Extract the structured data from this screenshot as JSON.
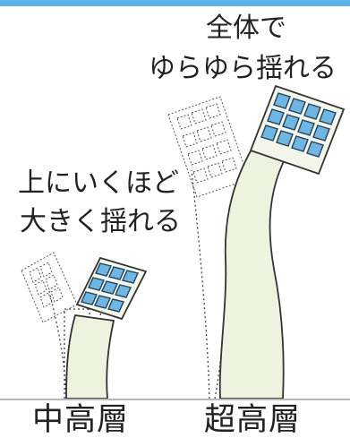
{
  "labels": {
    "super_tall_line1": "全体で",
    "super_tall_line2": "ゆらゆら揺れる",
    "mid_rise_line1": "上にいくほど",
    "mid_rise_line2": "大きく揺れる",
    "mid_rise_caption": "中高層",
    "super_tall_caption": "超高層"
  },
  "colors": {
    "accent_bar": "#5ab4e8",
    "building_fill": "#eef3e0",
    "window_fill": "#6fb6e3",
    "outline": "#333333"
  }
}
